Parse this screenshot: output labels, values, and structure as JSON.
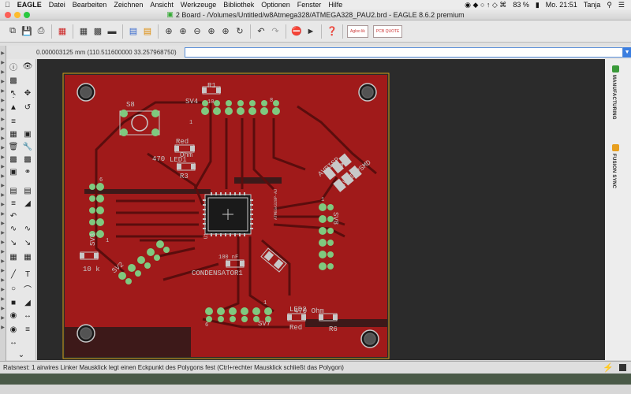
{
  "menubar": {
    "app_name": "EAGLE",
    "items": [
      "Datei",
      "Bearbeiten",
      "Zeichnen",
      "Ansicht",
      "Werkzeuge",
      "Bibliothek",
      "Optionen",
      "Fenster",
      "Hilfe"
    ],
    "battery": "83 %",
    "clock": "Mo. 21:51",
    "user": "Tanja"
  },
  "window": {
    "title": "2 Board - /Volumes/Untitled/w8Atmega328/ATMEGA328_PAU2.brd - EAGLE 8.6.2 premium"
  },
  "toolbar": {
    "layer_box1": "Agloo lik",
    "layer_box2": "PCB QUOTE"
  },
  "coordbar": {
    "coordinates": "0.000003125 mm (110.511600000 33.257968750)",
    "command": ""
  },
  "right_panel": {
    "manufacturing": "MANUFACTURING",
    "fusion_sync": "FUSION SYNC"
  },
  "statusbar": {
    "message": "Ratsnest: 1 airwires Linker Mausklick legt einen Eckpunkt des Polygons fest (Ctrl+rechter Mausklick schließt das Polygon)"
  },
  "board_labels": {
    "s8": "S8",
    "r1": "R1",
    "sv4": "SV4",
    "sv4_pin1": "1",
    "sv4_pin10": "10",
    "sv4_pin8": "8",
    "red": "Red",
    "led1": "LED1",
    "r470": "470",
    "ohm": "Ohm",
    "r3": "R3",
    "avrisp": "AVRISP",
    "avrispsmd": "AVRISPSMD",
    "ic": "ATMEGA328P-AU",
    "u1": "U1",
    "sv8": "SV8",
    "sv3": "SV3",
    "r10k": "10 k",
    "sv2": "SV2",
    "c100nf": "100 nF",
    "condensator": "CONDENSATOR1",
    "sv7": "SV7",
    "led2": "LED2",
    "r470b": "470 Ohm",
    "red2": "Red",
    "r6": "R6",
    "pin6": "6",
    "pin6b": "6",
    "pin1": "1",
    "pin1b": "1",
    "pin1c": "1"
  },
  "colors": {
    "board_copper": "#8b1a1a",
    "board_bg": "#a21d1d",
    "trace": "#5a0d0d",
    "pad": "#7fc97f",
    "label": "#c8c8c8",
    "canvas": "#2b2b2b"
  }
}
